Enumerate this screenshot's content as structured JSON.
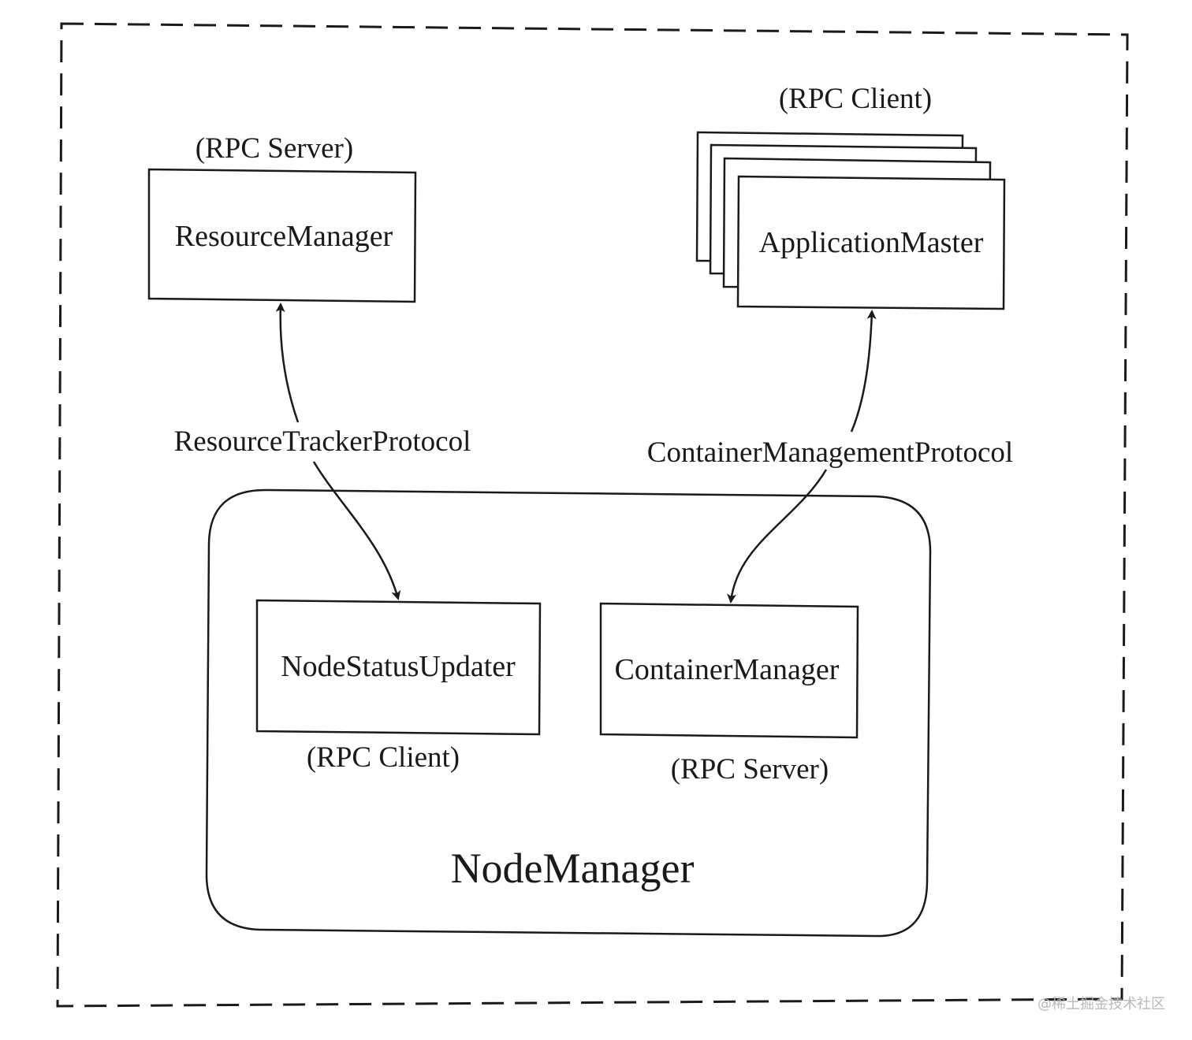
{
  "diagram": {
    "components": {
      "resource_manager": {
        "label": "ResourceManager",
        "role": "(RPC Server)"
      },
      "application_master": {
        "label": "ApplicationMaster",
        "role": "(RPC Client)"
      },
      "node_status_updater": {
        "label": "NodeStatusUpdater",
        "role": "(RPC Client)"
      },
      "container_manager": {
        "label": "ContainerManager",
        "role": "(RPC Server)"
      },
      "node_manager": {
        "label": "NodeManager"
      }
    },
    "protocols": {
      "resource_tracker": "ResourceTrackerProtocol",
      "container_management": "ContainerManagementProtocol"
    }
  },
  "watermark": "@稀土掘金技术社区"
}
